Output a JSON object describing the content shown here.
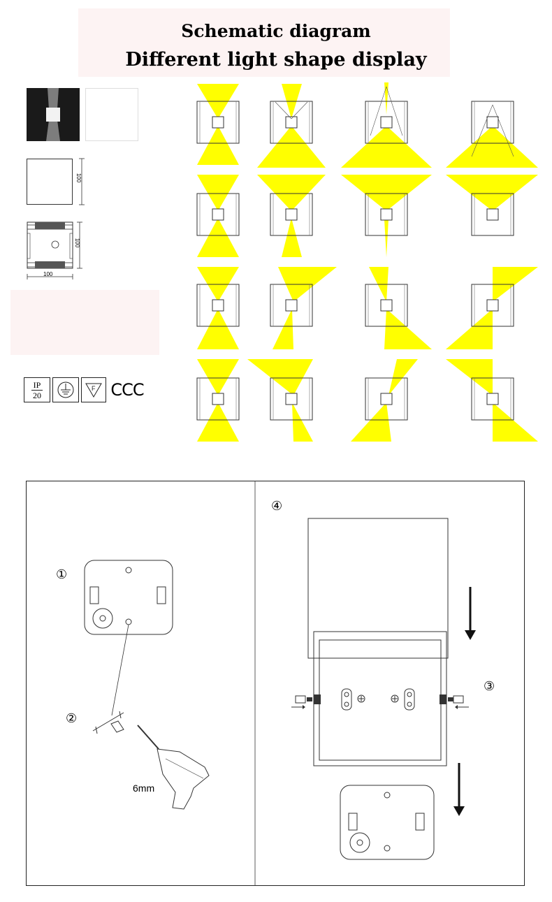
{
  "header": {
    "line1": "Schematic diagram",
    "line2": "Different light shape display"
  },
  "dimensions": {
    "front_height": "100",
    "side_height": "100",
    "side_width": "100"
  },
  "certifications": {
    "ip_top": "IP",
    "ip_bottom": "20",
    "ccc": "CCC"
  },
  "installation": {
    "step1": "①",
    "step2": "②",
    "step3": "③",
    "step4": "④",
    "drill_size": "6mm"
  },
  "colors": {
    "beam": "#ffff00",
    "line": "#333333"
  },
  "icons": [
    "ground-symbol-icon",
    "f-mark-icon",
    "drill-icon",
    "arrow-down-icon"
  ]
}
